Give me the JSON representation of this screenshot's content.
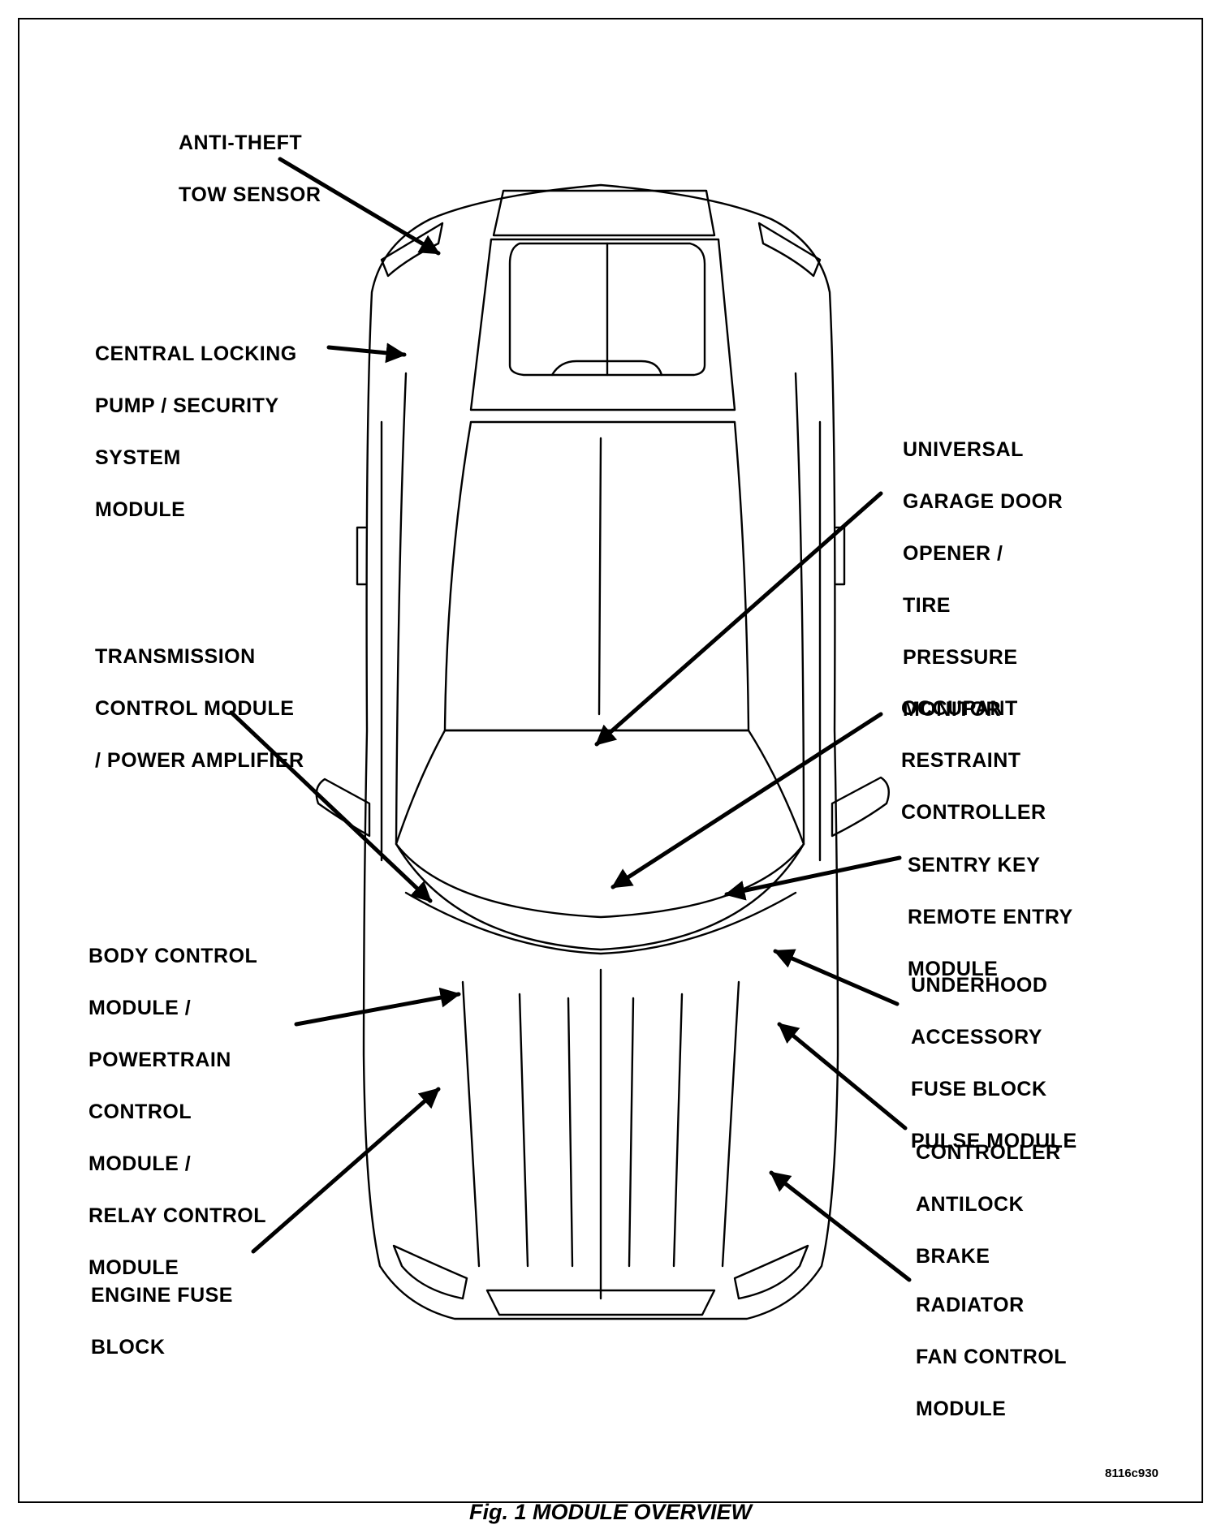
{
  "figure": {
    "caption": "Fig. 1 MODULE OVERVIEW",
    "reference_code": "8116c930"
  },
  "callouts": [
    {
      "id": "anti-theft-tow-sensor",
      "lines": [
        "ANTI-THEFT",
        "TOW SENSOR"
      ]
    },
    {
      "id": "central-locking-pump",
      "lines": [
        "CENTRAL LOCKING",
        "PUMP / SECURITY",
        "SYSTEM",
        "MODULE"
      ]
    },
    {
      "id": "universal-garage-door-opener",
      "lines": [
        "UNIVERSAL",
        "GARAGE DOOR",
        "OPENER /",
        "TIRE",
        "PRESSURE",
        "MONITOR"
      ]
    },
    {
      "id": "transmission-control-module",
      "lines": [
        "TRANSMISSION",
        "CONTROL MODULE",
        "/ POWER AMPLIFIER"
      ]
    },
    {
      "id": "occupant-restraint-controller",
      "lines": [
        "OCCUPANT",
        "RESTRAINT",
        "CONTROLLER"
      ]
    },
    {
      "id": "sentry-key-remote-entry",
      "lines": [
        "SENTRY KEY",
        "REMOTE ENTRY",
        "MODULE"
      ]
    },
    {
      "id": "body-control-module",
      "lines": [
        "BODY CONTROL",
        "MODULE /",
        "POWERTRAIN",
        "CONTROL",
        "MODULE /",
        "RELAY CONTROL",
        "MODULE"
      ]
    },
    {
      "id": "underhood-accessory-fuse-block",
      "lines": [
        "UNDERHOOD",
        "ACCESSORY",
        "FUSE BLOCK",
        "PULSE MODULE"
      ]
    },
    {
      "id": "controller-antilock-brake",
      "lines": [
        "CONTROLLER",
        "ANTILOCK",
        "BRAKE"
      ]
    },
    {
      "id": "engine-fuse-block",
      "lines": [
        "ENGINE FUSE",
        "BLOCK"
      ]
    },
    {
      "id": "radiator-fan-control-module",
      "lines": [
        "RADIATOR",
        "FAN CONTROL",
        "MODULE"
      ]
    }
  ]
}
